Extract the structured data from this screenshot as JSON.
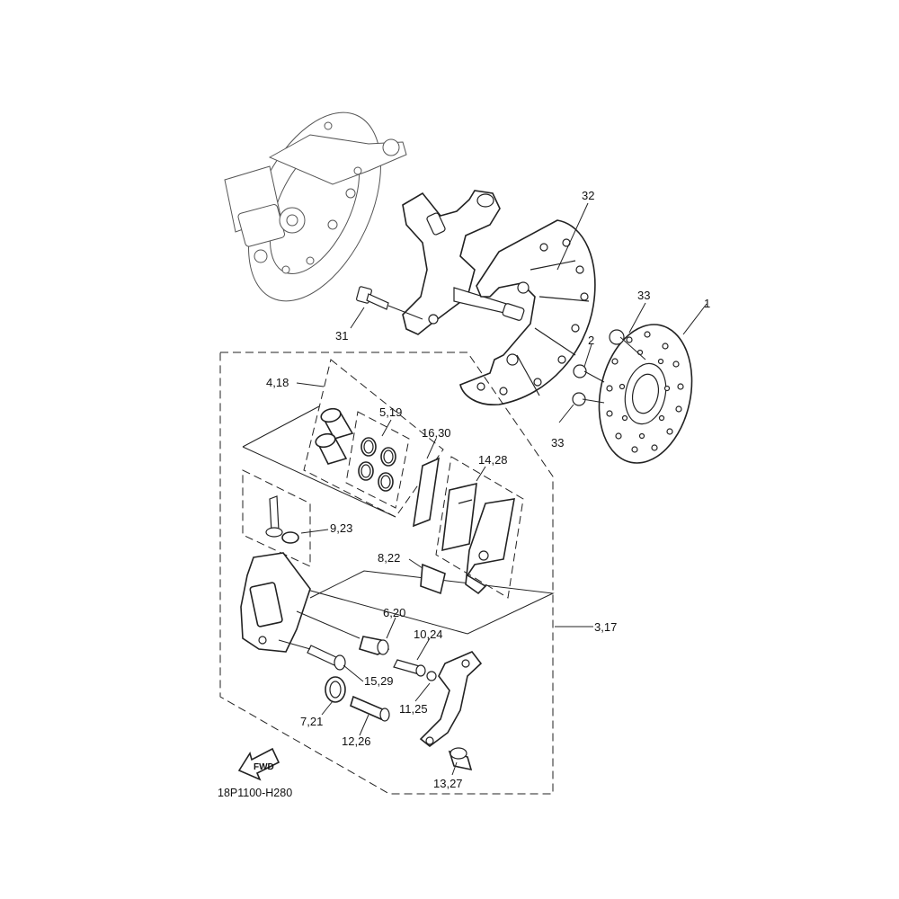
{
  "diagram": {
    "code": "18P1100-H280",
    "fwd_label": "FWD",
    "callouts": {
      "c1": "1",
      "c2": "2",
      "c3_17": "3,17",
      "c4_18": "4,18",
      "c5_19": "5,19",
      "c6_20": "6,20",
      "c7_21": "7,21",
      "c8_22": "8,22",
      "c9_23": "9,23",
      "c10_24": "10,24",
      "c11_25": "11,25",
      "c12_26": "12,26",
      "c13_27": "13,27",
      "c14_28": "14,28",
      "c15_29": "15,29",
      "c16_30": "16,30",
      "c31": "31",
      "c32": "32",
      "c33a": "33",
      "c33b": "33"
    }
  }
}
